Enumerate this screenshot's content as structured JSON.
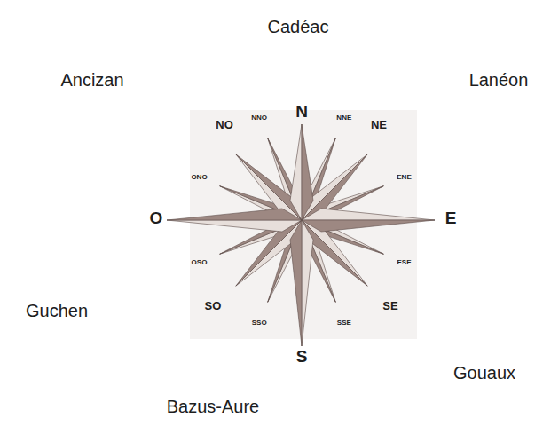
{
  "diagram": {
    "labels": [
      "Cadéac",
      "Lanéon",
      "Ancizan",
      "Guchen",
      "Gouaux",
      "Bazus-Aure",
      "N",
      "NNE",
      "NE",
      "ENE",
      "E",
      "ESE",
      "SE",
      "SSE",
      "S",
      "SSO",
      "SO",
      "OSO",
      "O",
      "ONO",
      "NO",
      "NNO"
    ]
  }
}
